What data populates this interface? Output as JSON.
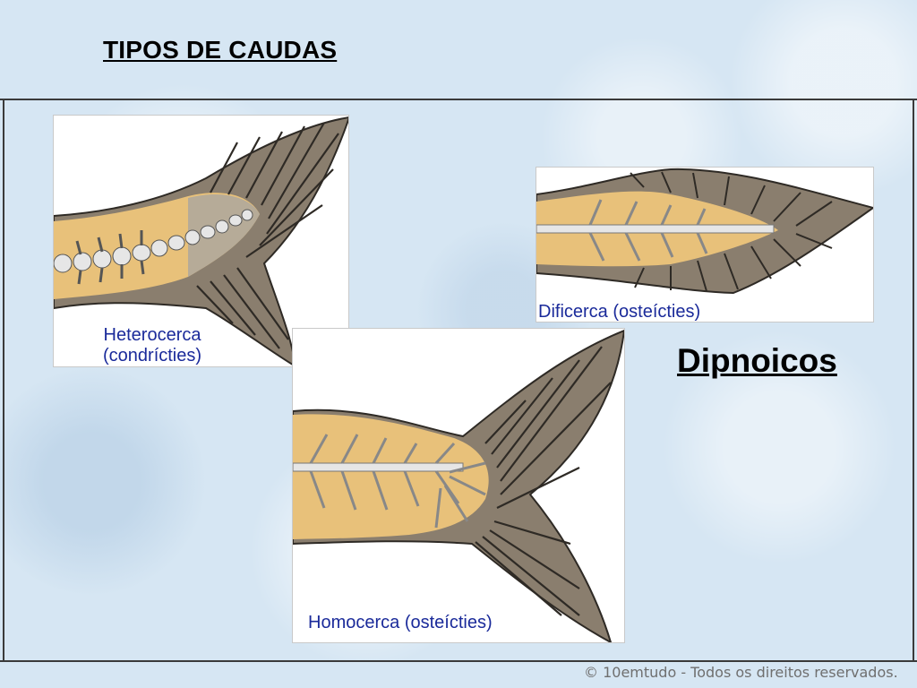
{
  "slide": {
    "title": "TIPOS DE CAUDAS",
    "label": "Dipnoicos",
    "footer": "© 10emtudo - Todos os direitos reservados."
  },
  "figures": [
    {
      "caption_line1": "Heterocerca",
      "caption_line2": "(condrícties)"
    },
    {
      "caption": "Dificerca (osteícties)"
    },
    {
      "caption": "Homocerca (osteícties)"
    }
  ],
  "colors": {
    "body": "#e8c17a",
    "fin": "#8a7e6e",
    "fin_light": "#b6ab98",
    "spine": "#d9d9d9",
    "caption": "#1a2a9a"
  }
}
